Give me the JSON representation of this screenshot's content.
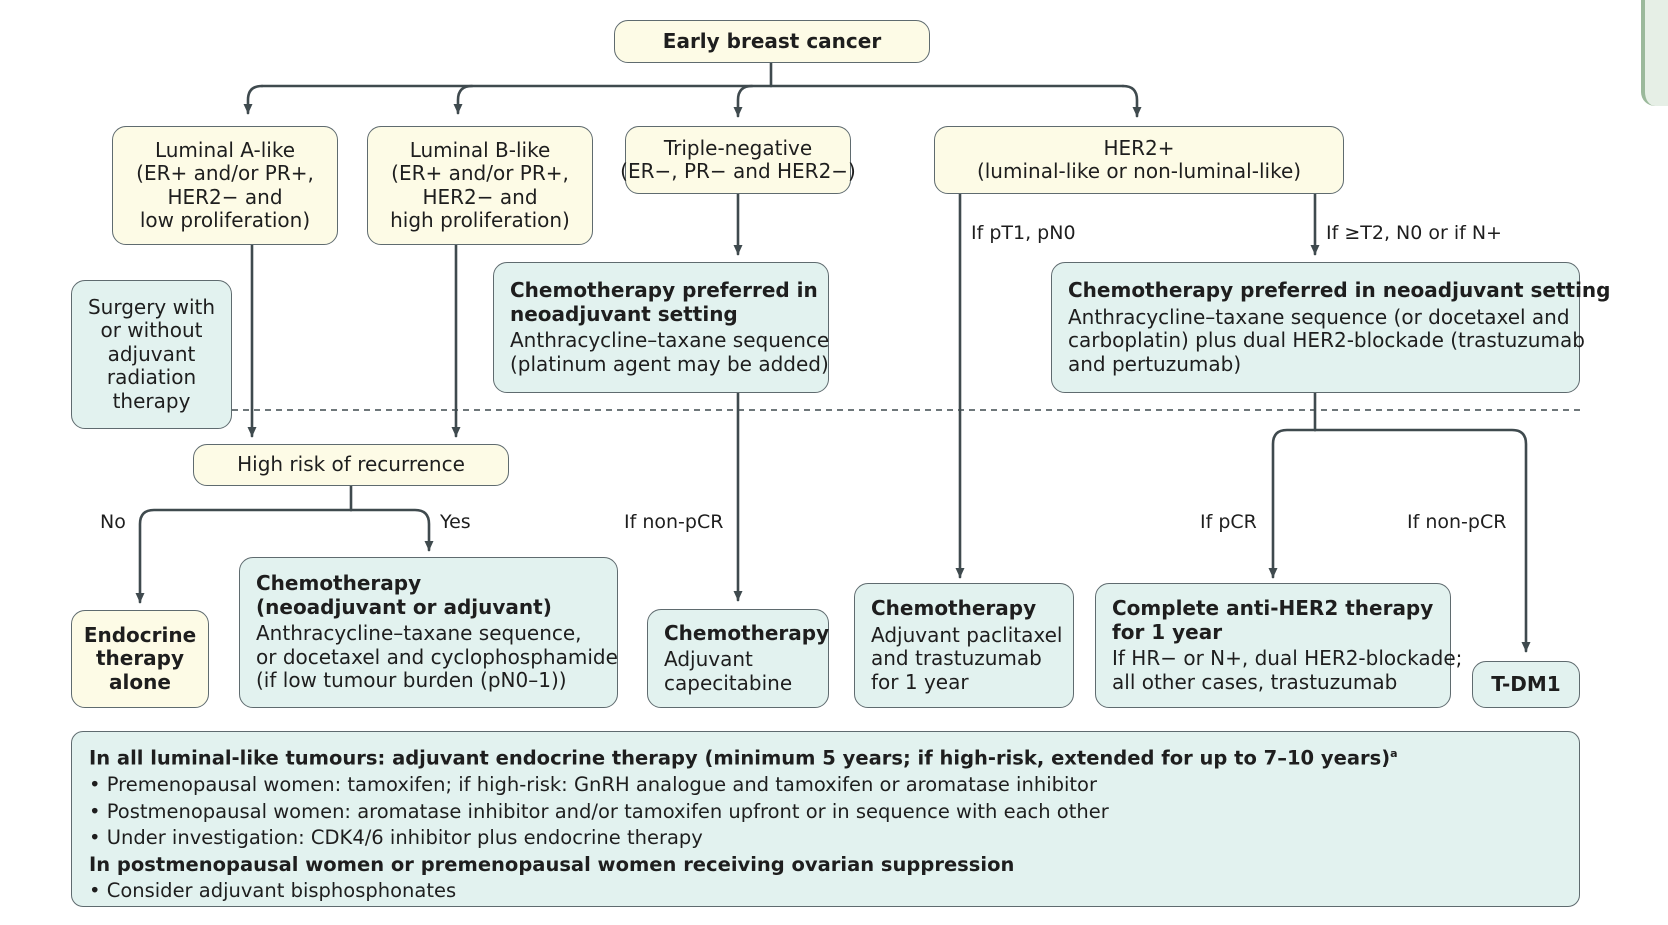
{
  "root": {
    "label": "Early breast cancer"
  },
  "subtypes": {
    "luminal_a": [
      "Luminal A-like",
      "(ER+ and/or PR+,",
      "HER2− and",
      "low proliferation)"
    ],
    "luminal_b": [
      "Luminal B-like",
      "(ER+ and/or PR+,",
      "HER2− and",
      "high proliferation)"
    ],
    "triple_negative": [
      "Triple-negative",
      "(ER−, PR− and HER2−)"
    ],
    "her2": [
      "HER2+",
      "(luminal-like or non-luminal-like)"
    ]
  },
  "surgery": [
    "Surgery with",
    "or without",
    "adjuvant",
    "radiation",
    "therapy"
  ],
  "high_risk": {
    "label": "High risk of recurrence"
  },
  "labels": {
    "no": "No",
    "yes": "Yes",
    "tn_non_pcr": "If non-pCR",
    "pt1": "If pT1, pN0",
    "t2": "If ≥T2, N0 or if N+",
    "pcr": "If pCR",
    "her2_non_pcr": "If non-pCR"
  },
  "tn_neoadjuvant": {
    "title": [
      "Chemotherapy preferred in",
      "neoadjuvant setting"
    ],
    "body": [
      "Anthracycline–taxane sequence",
      "(platinum agent may be added)"
    ]
  },
  "her2_neoadjuvant": {
    "title": [
      "Chemotherapy preferred in neoadjuvant setting"
    ],
    "body": [
      "Anthracycline–taxane sequence (or docetaxel and",
      "carboplatin) plus dual HER2-blockade (trastuzumab",
      "and pertuzumab)"
    ]
  },
  "endocrine_alone": [
    "Endocrine",
    "therapy",
    "alone"
  ],
  "chemo_yes": {
    "title": [
      "Chemotherapy",
      "(neoadjuvant or adjuvant)"
    ],
    "body": [
      "Anthracycline–taxane sequence,",
      "or docetaxel and cyclophosphamide",
      "(if low tumour burden (pN0–1))"
    ]
  },
  "chemo_capecitabine": {
    "title": [
      "Chemotherapy"
    ],
    "body": [
      "Adjuvant",
      "capecitabine"
    ]
  },
  "chemo_paclitaxel": {
    "title": [
      "Chemotherapy"
    ],
    "body": [
      "Adjuvant paclitaxel",
      "and trastuzumab",
      "for 1 year"
    ]
  },
  "anti_her2": {
    "title": [
      "Complete anti-HER2 therapy",
      "for 1 year"
    ],
    "body": [
      "If HR− or N+, dual HER2-blockade;",
      "all other cases, trastuzumab"
    ]
  },
  "tdm1": {
    "label": "T-DM1"
  },
  "footer": {
    "heading1": "In all luminal-like tumours: adjuvant endocrine therapy (minimum 5 years; if high-risk, extended for up to 7–10 years)",
    "heading1_sup": "a",
    "bullets1": [
      "Premenopausal women: tamoxifen; if high-risk: GnRH analogue and tamoxifen or aromatase inhibitor",
      "Postmenopausal women: aromatase inhibitor and/or tamoxifen upfront or in sequence with each other",
      "Under investigation: CDK4/6 inhibitor plus endocrine therapy"
    ],
    "heading2": "In postmenopausal women or premenopausal women receiving ovarian suppression",
    "bullets2": [
      "Consider adjuvant bisphosphonates"
    ]
  },
  "colors": {
    "box_yellow": "#fdfbe6",
    "box_teal": "#e2f2ef",
    "line": "#3f4a4e",
    "border": "#5f6b6f"
  }
}
